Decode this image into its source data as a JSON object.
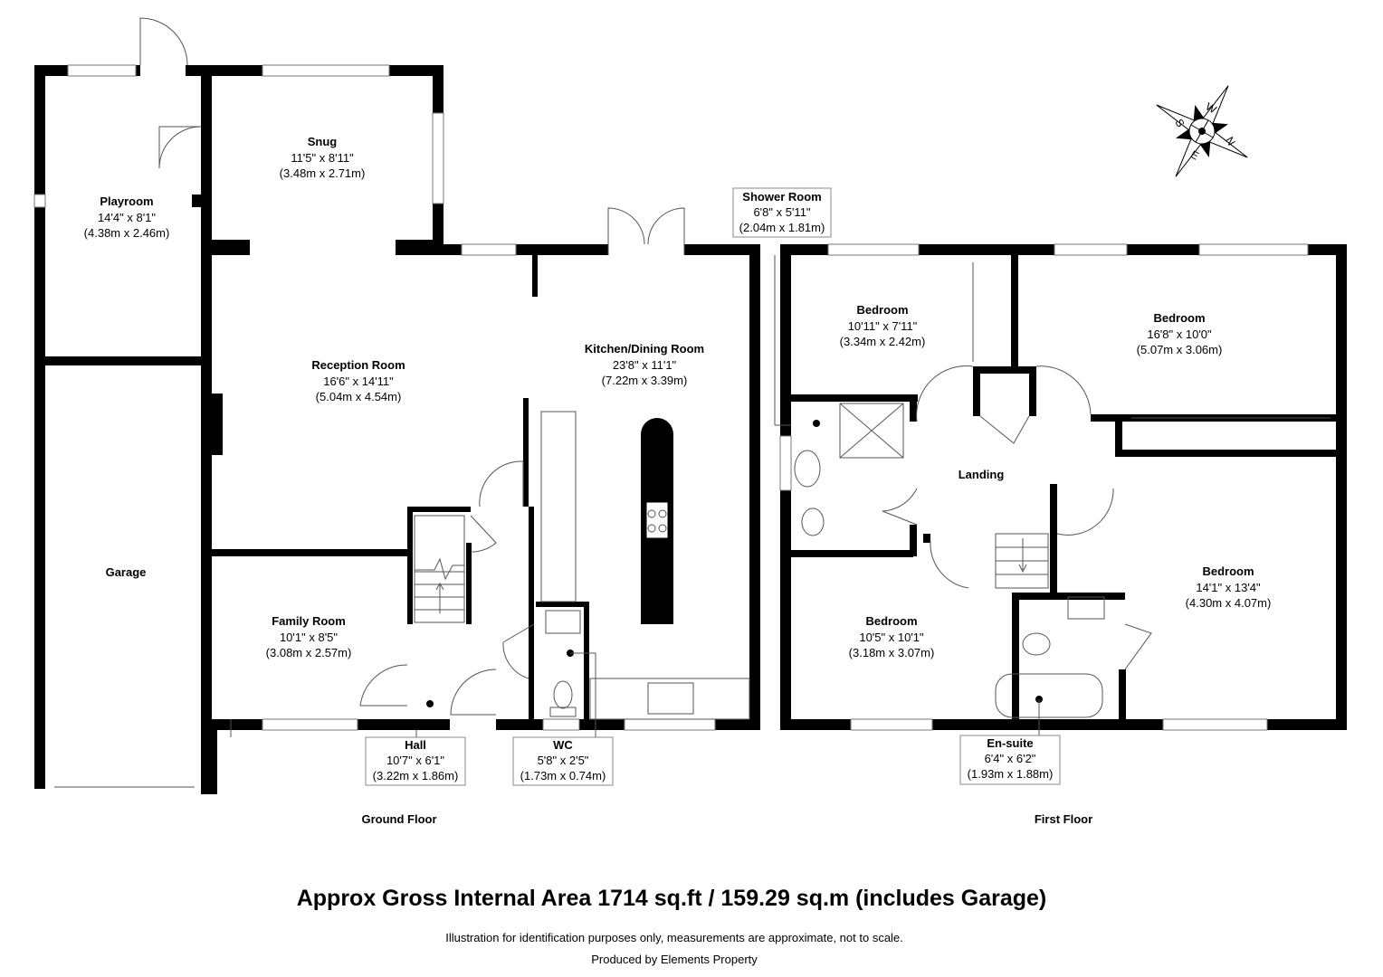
{
  "rooms": {
    "playroom": {
      "name": "Playroom",
      "imperial": "14'4\" x 8'1\"",
      "metric": "(4.38m x 2.46m)"
    },
    "snug": {
      "name": "Snug",
      "imperial": "11'5\" x 8'11\"",
      "metric": "(3.48m x 2.71m)"
    },
    "reception": {
      "name": "Reception Room",
      "imperial": "16'6\" x 14'11\"",
      "metric": "(5.04m x 4.54m)"
    },
    "kitchen": {
      "name": "Kitchen/Dining Room",
      "imperial": "23'8\" x 11'1\"",
      "metric": "(7.22m x 3.39m)"
    },
    "garage": {
      "name": "Garage"
    },
    "family": {
      "name": "Family Room",
      "imperial": "10'1\" x 8'5\"",
      "metric": "(3.08m x 2.57m)"
    },
    "hall": {
      "name": "Hall",
      "imperial": "10'7\" x 6'1\"",
      "metric": "(3.22m x 1.86m)"
    },
    "wc": {
      "name": "WC",
      "imperial": "5'8\" x 2'5\"",
      "metric": "(1.73m x 0.74m)"
    },
    "shower": {
      "name": "Shower Room",
      "imperial": "6'8\" x 5'11\"",
      "metric": "(2.04m x 1.81m)"
    },
    "bed1": {
      "name": "Bedroom",
      "imperial": "10'11\" x 7'11\"",
      "metric": "(3.34m x 2.42m)"
    },
    "bed2": {
      "name": "Bedroom",
      "imperial": "16'8\" x 10'0\"",
      "metric": "(5.07m x 3.06m)"
    },
    "landing": {
      "name": "Landing"
    },
    "bed3": {
      "name": "Bedroom",
      "imperial": "14'1\" x 13'4\"",
      "metric": "(4.30m x 4.07m)"
    },
    "bed4": {
      "name": "Bedroom",
      "imperial": "10'5\" x 10'1\"",
      "metric": "(3.18m x 3.07m)"
    },
    "ensuite": {
      "name": "En-suite",
      "imperial": "6'4\" x 6'2\"",
      "metric": "(1.93m x 1.88m)"
    }
  },
  "floors": {
    "ground": "Ground Floor",
    "first": "First Floor"
  },
  "compass": {
    "icon": "compass-rose-icon",
    "n": "N",
    "e": "E",
    "s": "S",
    "w": "W"
  },
  "footer": {
    "area": "Approx Gross Internal Area 1714 sq.ft / 159.29 sq.m (includes Garage)",
    "disclaimer": "Illustration for identification purposes only, measurements are approximate, not to scale.",
    "producer": "Produced by Elements Property"
  }
}
